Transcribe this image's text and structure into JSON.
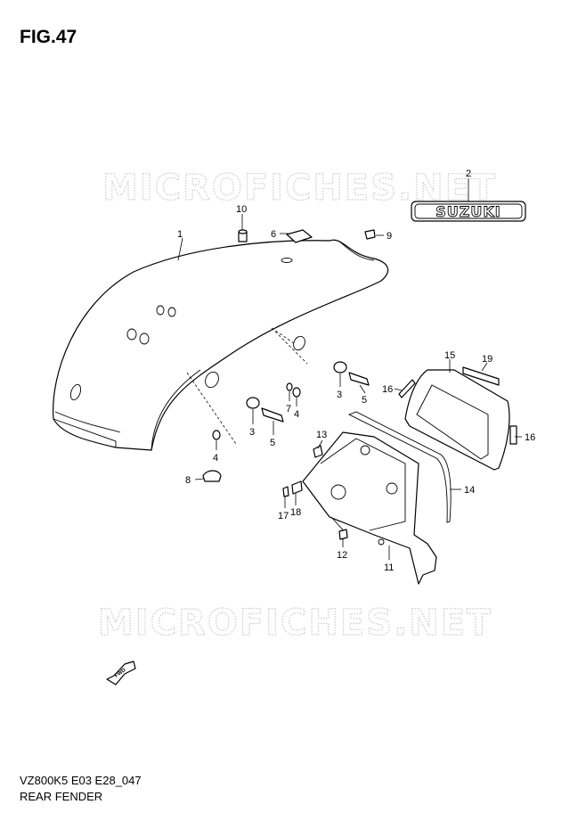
{
  "figure": {
    "title": "FIG.47",
    "model_code": "VZ800K5 E03 E28_047",
    "caption": "REAR FENDER"
  },
  "watermark": {
    "text": "MICROFICHES.NET"
  },
  "emblem": {
    "text": "SUZUKI"
  },
  "fwd_arrow": {
    "text": "FWD"
  },
  "callouts": {
    "c1": "1",
    "c2": "2",
    "c3a": "3",
    "c3b": "3",
    "c4a": "4",
    "c4b": "4",
    "c5a": "5",
    "c5b": "5",
    "c6": "6",
    "c7": "7",
    "c8": "8",
    "c9": "9",
    "c10": "10",
    "c11": "11",
    "c12": "12",
    "c13": "13",
    "c14": "14",
    "c15": "15",
    "c16a": "16",
    "c16b": "16",
    "c17": "17",
    "c18": "18",
    "c19": "19"
  },
  "colors": {
    "line": "#000000",
    "watermark": "#cccccc",
    "background": "#ffffff"
  }
}
